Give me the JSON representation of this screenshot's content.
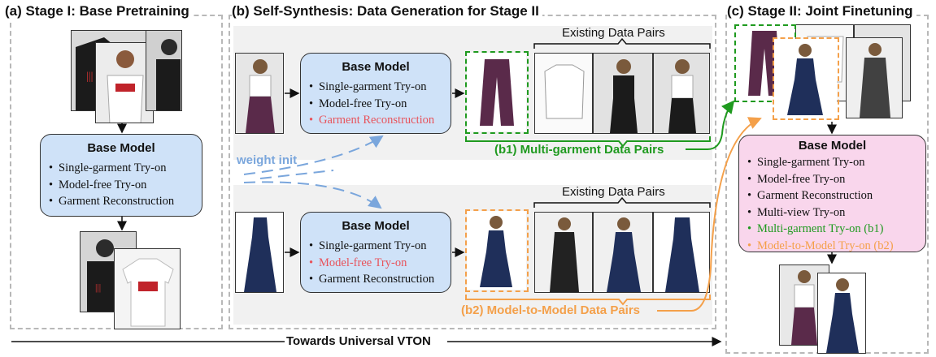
{
  "panels": {
    "a_title": "(a) Stage I: Base Pretraining",
    "b_title": "(b) Self-Synthesis: Data Generation for Stage II",
    "c_title": "(c) Stage II: Joint Finetuning"
  },
  "stage1_model": {
    "title": "Base Model",
    "items": [
      "Single-garment Try-on",
      "Model-free Try-on",
      "Garment Reconstruction"
    ]
  },
  "top_model": {
    "title": "Base Model",
    "items": [
      "Single-garment Try-on",
      "Model-free Try-on",
      "Garment Reconstruction"
    ],
    "highlight_index": 2
  },
  "bottom_model": {
    "title": "Base Model",
    "items": [
      "Single-garment Try-on",
      "Model-free Try-on",
      "Garment Reconstruction"
    ],
    "highlight_index": 1
  },
  "stage2_model": {
    "title": "Base Model",
    "items": [
      "Single-garment Try-on",
      "Model-free Try-on",
      "Garment Reconstruction",
      "Multi-view Try-on",
      "Multi-garment Try-on (b1)",
      "Model-to-Model Try-on (b2)"
    ]
  },
  "existing_top": "Existing Data Pairs",
  "existing_bottom": "Existing Data Pairs",
  "b1_label": "(b1) Multi-garment Data Pairs",
  "b2_label": "(b2) Model-to-Model Data Pairs",
  "weight_init": "weight init",
  "bottom_arrow_label": "Towards Universal VTON",
  "colors": {
    "model_blue": "#cfe2f8",
    "model_pink": "#f9d6ec",
    "green": "#1f9a1f",
    "orange": "#f4a04a",
    "highlight_red": "#e8535b",
    "weight_blue": "#7aa6dc"
  }
}
